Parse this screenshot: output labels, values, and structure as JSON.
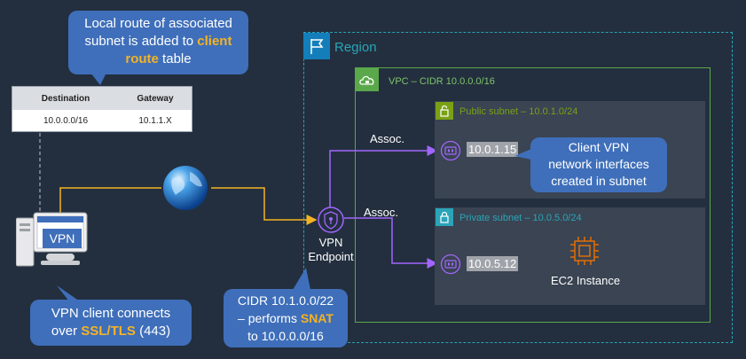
{
  "callouts": {
    "top_line1": "Local route of associated",
    "top_line2_pre": "subnet is added to ",
    "top_line2_hl": "client",
    "top_line3_hl": "route",
    "top_line3_post": " table",
    "client_line1": "VPN client connects",
    "client_line2_pre": "over ",
    "client_line2_hl": "SSL/TLS",
    "client_line2_post": " (443)",
    "cidr_line1": "CIDR 10.1.0.0/22",
    "cidr_line2_pre": "– performs ",
    "cidr_line2_hl": "SNAT",
    "cidr_line3": "to 10.0.0.0/16",
    "eni_line1": "Client VPN",
    "eni_line2": "network interfaces",
    "eni_line3": "created in subnet"
  },
  "route_table": {
    "headers": [
      "Destination",
      "Gateway"
    ],
    "rows": [
      [
        "10.0.0.0/16",
        "10.1.1.X"
      ]
    ]
  },
  "client": {
    "vpn_label": "VPN"
  },
  "endpoint": {
    "line1": "VPN",
    "line2": "Endpoint"
  },
  "region": {
    "label": "Region"
  },
  "vpc": {
    "label": "VPC – CIDR 10.0.0.0/16"
  },
  "public_subnet": {
    "label": "Public subnet – 10.0.1.0/24",
    "ip": "10.0.1.15"
  },
  "private_subnet": {
    "label": "Private subnet – 10.0.5.0/24",
    "ip": "10.0.5.12"
  },
  "assoc": {
    "label_public": "Assoc.",
    "label_private": "Assoc."
  },
  "ec2": {
    "label": "EC2 Instance"
  },
  "colors": {
    "background": "#232f3e",
    "callout": "#3f6fba",
    "highlight": "#f5b324",
    "region_border": "#2aa4b8",
    "vpc_border": "#5aa84a",
    "private_subnet_accent": "#2aa4b8",
    "public_subnet_accent": "#7aa116",
    "assoc_line": "#a166ff",
    "client_line": "#f5b324",
    "ec2_icon": "#ed7100"
  }
}
